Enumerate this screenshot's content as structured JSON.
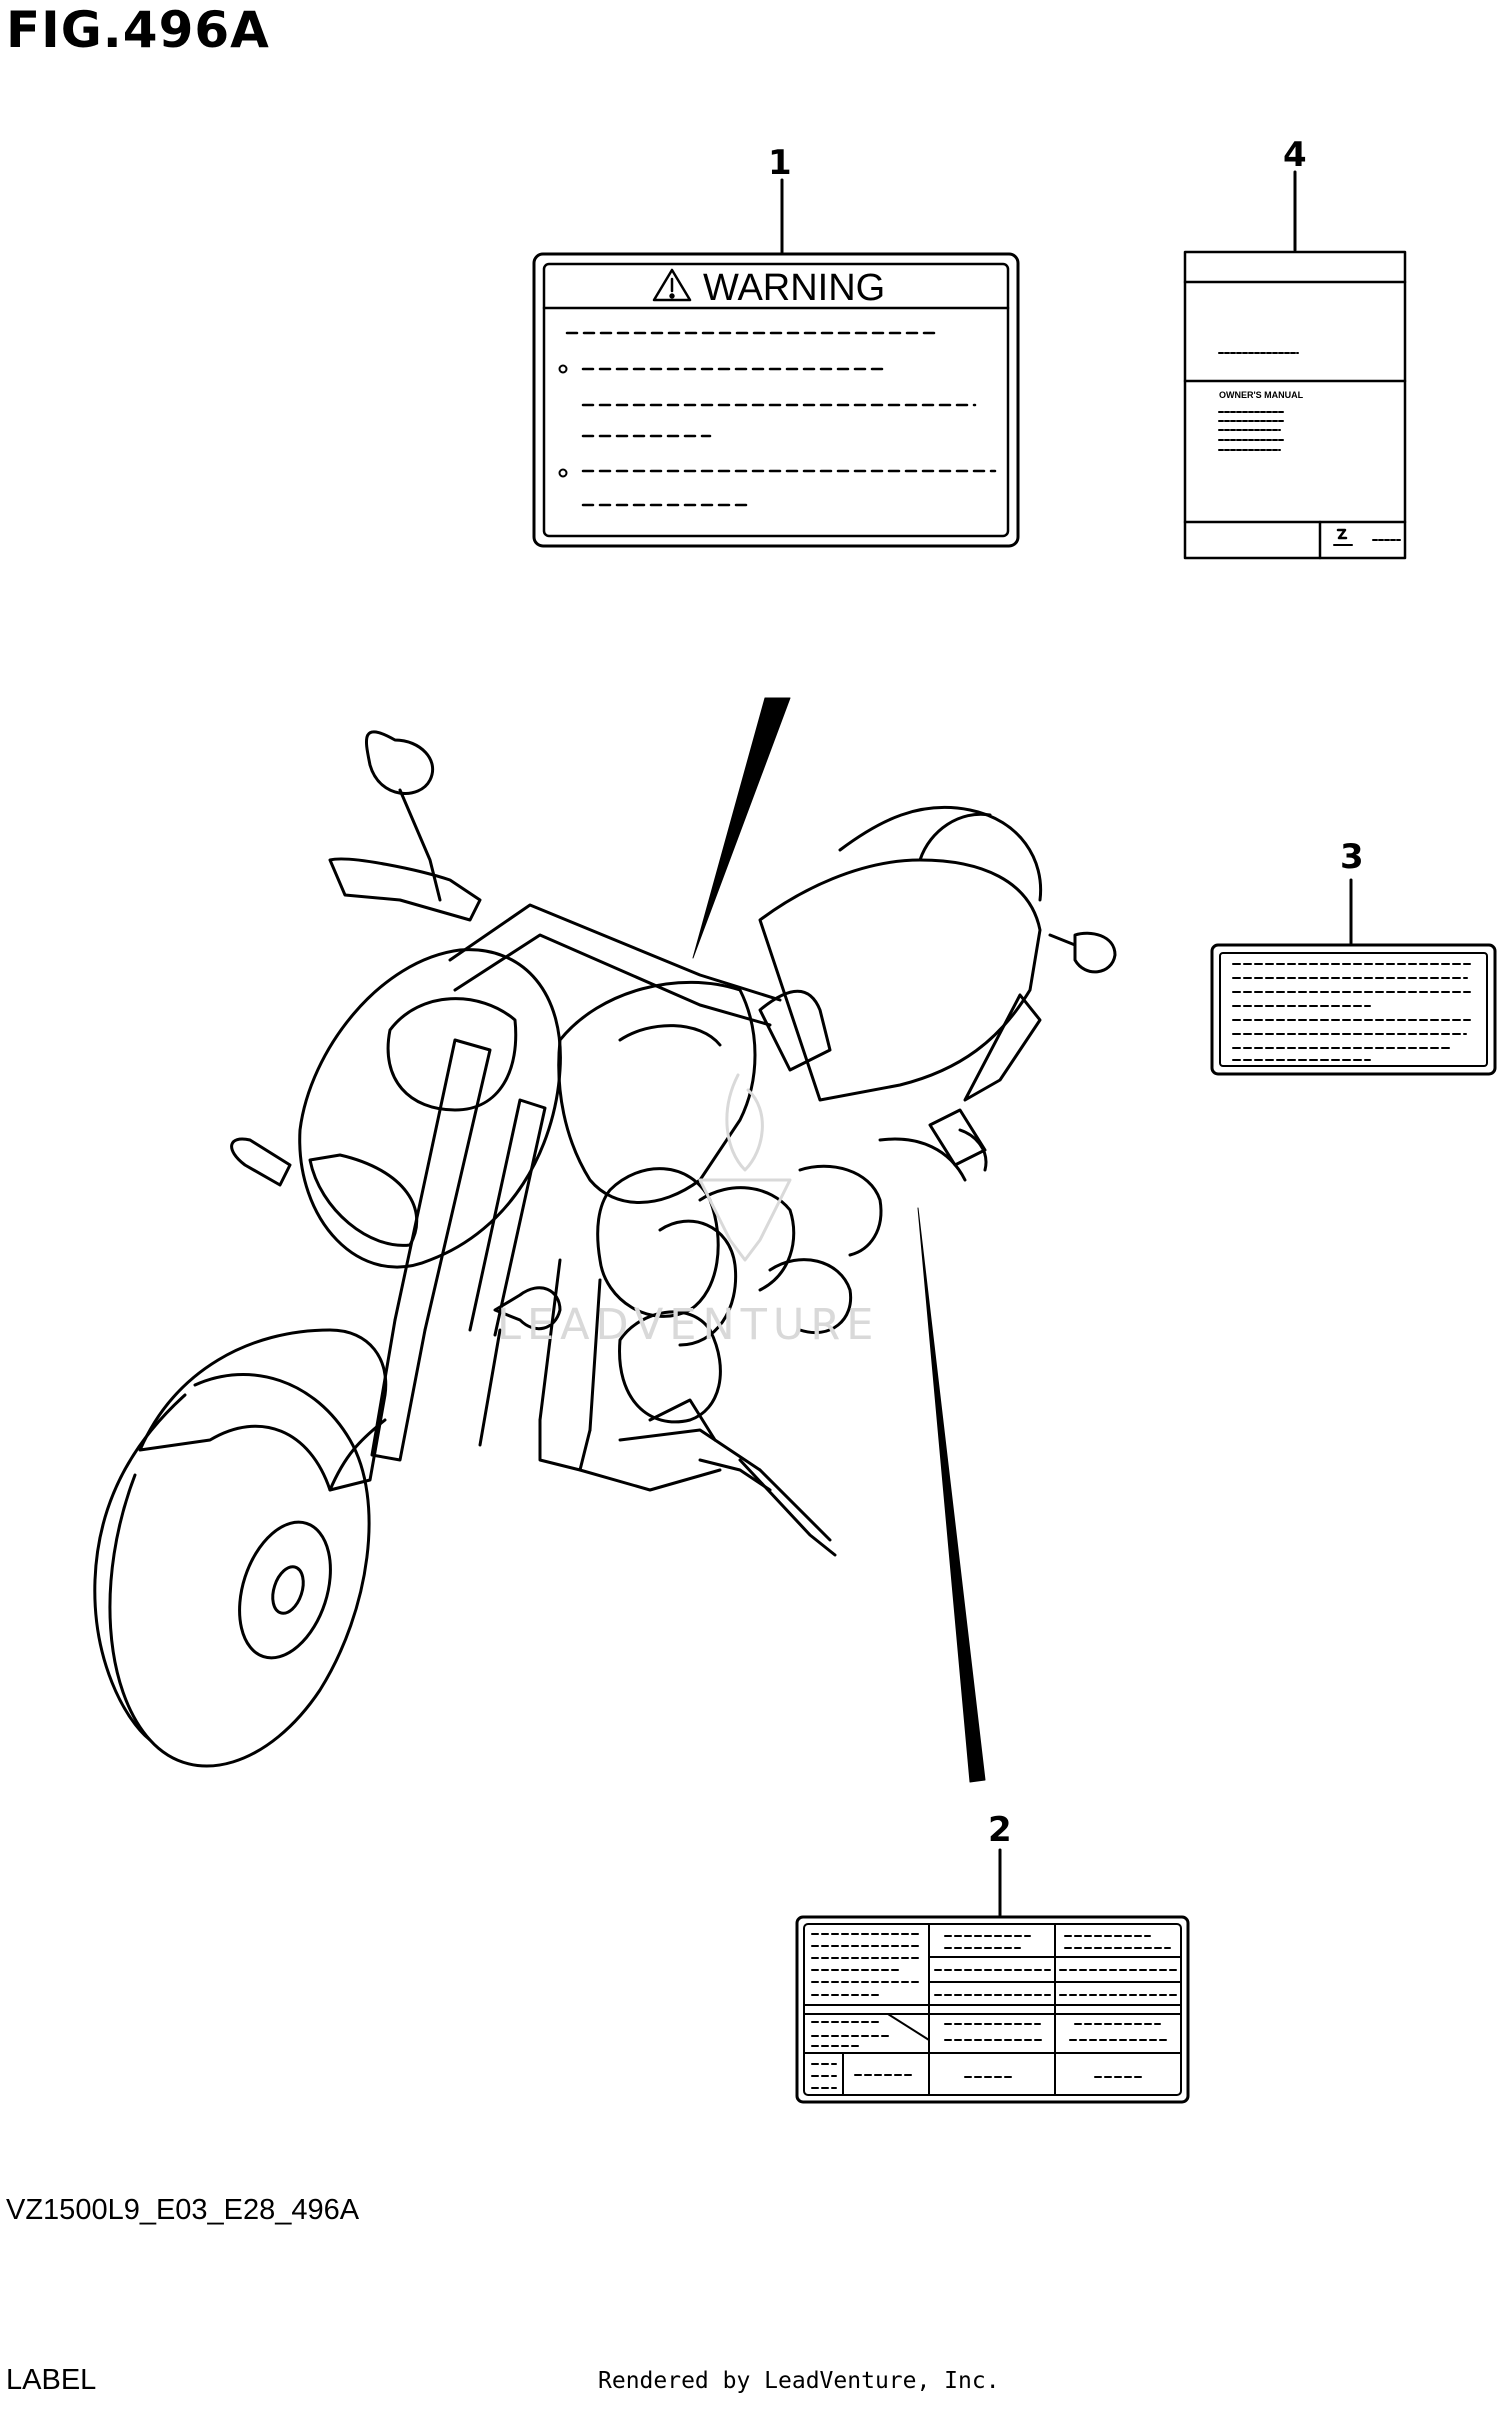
{
  "figure": {
    "title": "FIG.496A",
    "code": "VZ1500L9_E03_E28_496A",
    "section_label": "LABEL",
    "credit": "Rendered by LeadVenture, Inc.",
    "watermark": "LEADVENTURE"
  },
  "callouts": {
    "c1": "1",
    "c2": "2",
    "c3": "3",
    "c4": "4"
  },
  "warning_label": {
    "heading": "WARNING",
    "icon": "warning-triangle-icon"
  },
  "owners_manual": {
    "title": "OWNER'S MANUAL",
    "logo": "suzuki-logo-icon"
  },
  "colors": {
    "line": "#000000",
    "background": "#ffffff",
    "watermark": "#d9d9d9"
  }
}
